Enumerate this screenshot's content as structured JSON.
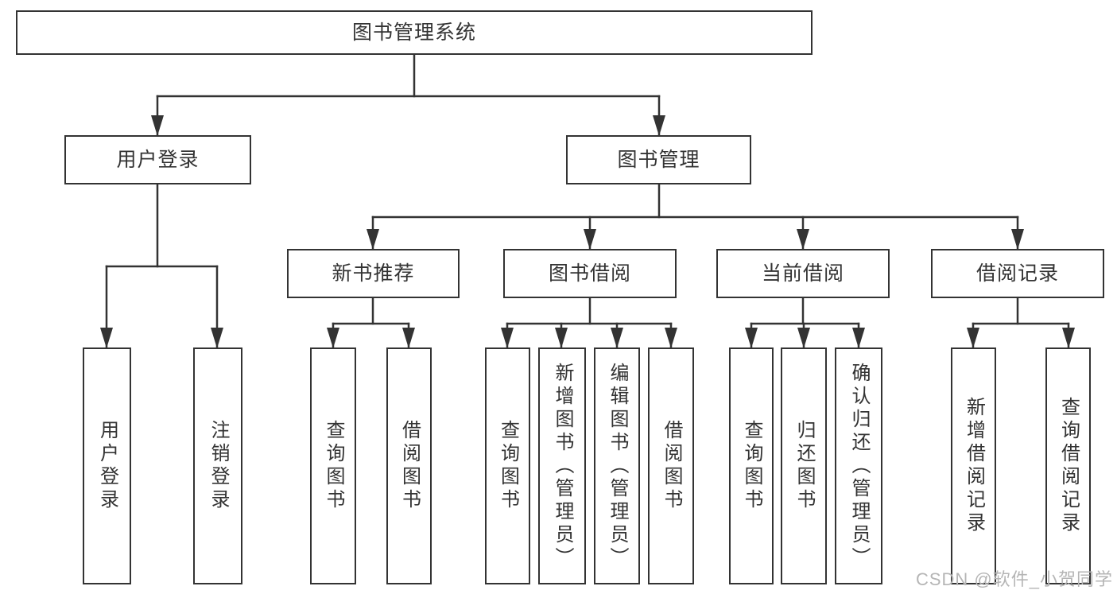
{
  "diagram": {
    "type": "tree-diagram",
    "title": "图书管理系统"
  },
  "tree": {
    "label": "图书管理系统",
    "children": [
      {
        "label": "用户登录",
        "children": [
          {
            "label": "用户登录"
          },
          {
            "label": "注销登录"
          }
        ]
      },
      {
        "label": "图书管理",
        "children": [
          {
            "label": "新书推荐",
            "children": [
              {
                "label": "查询图书"
              },
              {
                "label": "借阅图书"
              }
            ]
          },
          {
            "label": "图书借阅",
            "children": [
              {
                "label": "查询图书"
              },
              {
                "label": "新增图书（管理员）"
              },
              {
                "label": "编辑图书（管理员）"
              },
              {
                "label": "借阅图书"
              }
            ]
          },
          {
            "label": "当前借阅",
            "children": [
              {
                "label": "查询图书"
              },
              {
                "label": "归还图书"
              },
              {
                "label": "确认归还（管理员）"
              }
            ]
          },
          {
            "label": "借阅记录",
            "children": [
              {
                "label": "新增借阅记录"
              },
              {
                "label": "查询借阅记录"
              }
            ]
          }
        ]
      }
    ]
  },
  "watermark": {
    "text": "CSDN @软件_小贺同学"
  },
  "colors": {
    "line": "#333333",
    "text": "#333333",
    "watermark": "#b5b5b5",
    "background": "#ffffff"
  }
}
